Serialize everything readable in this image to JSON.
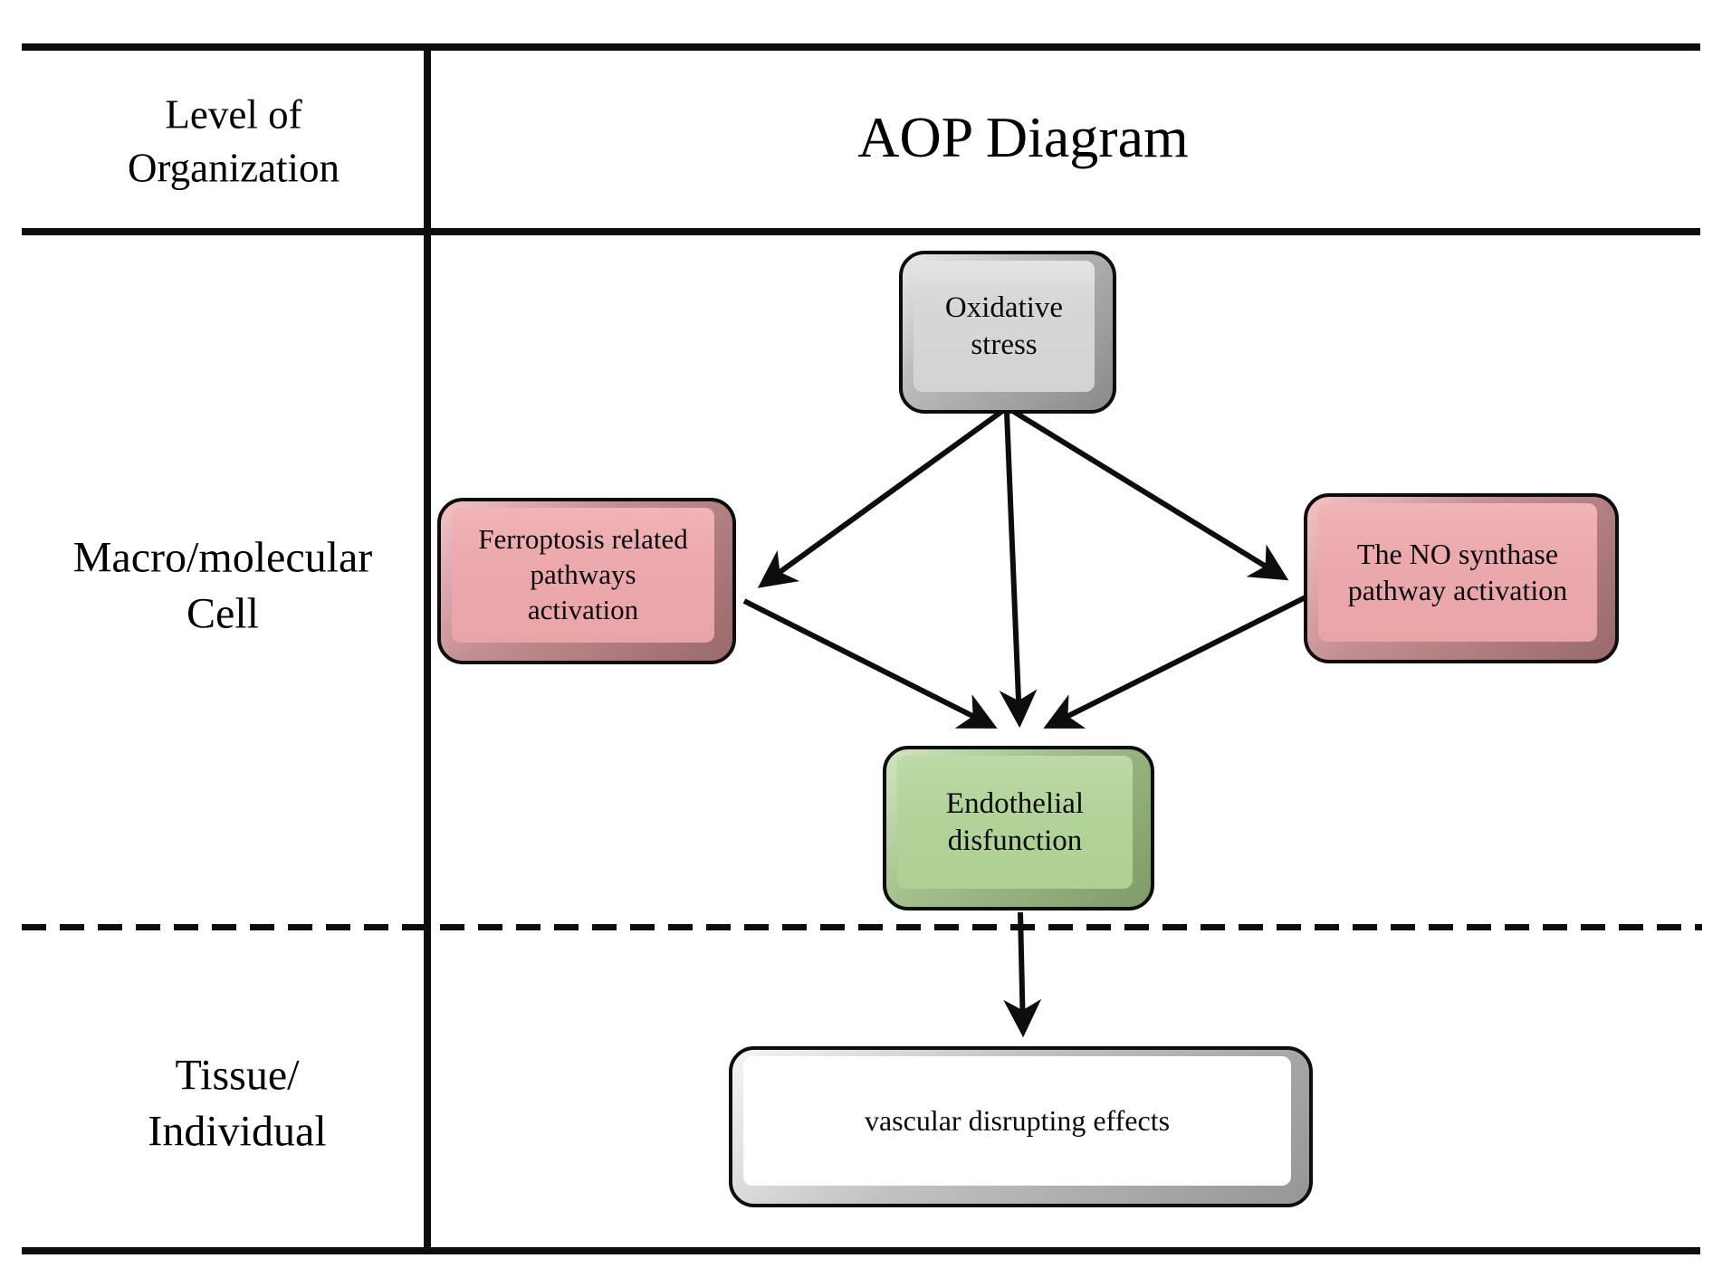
{
  "figure": {
    "header": {
      "row_label_column_title": "Level of\nOrganization",
      "diagram_title": "AOP Diagram"
    },
    "rows": [
      {
        "label": "Macro/molecular\nCell"
      },
      {
        "label": "Tissue/\nIndividual"
      }
    ],
    "nodes": {
      "oxidative_stress": {
        "label": "Oxidative\nstress",
        "color": "#d3d3d3"
      },
      "ferroptosis_pathways": {
        "label": "Ferroptosis related\npathways\nactivation",
        "color": "#ecaaae"
      },
      "no_synthase_pathway": {
        "label": "The NO synthase\npathway activation",
        "color": "#ecaaae"
      },
      "endothelial_disfunction": {
        "label": "Endothelial\ndisfunction",
        "color": "#b2d49a"
      },
      "vascular_disrupting_effects": {
        "label": "vascular disrupting effects",
        "color": "#ffffff"
      }
    },
    "edges": [
      {
        "from": "oxidative_stress",
        "to": "ferroptosis_pathways"
      },
      {
        "from": "oxidative_stress",
        "to": "endothelial_disfunction"
      },
      {
        "from": "oxidative_stress",
        "to": "no_synthase_pathway"
      },
      {
        "from": "ferroptosis_pathways",
        "to": "endothelial_disfunction"
      },
      {
        "from": "no_synthase_pathway",
        "to": "endothelial_disfunction"
      },
      {
        "from": "endothelial_disfunction",
        "to": "vascular_disrupting_effects"
      }
    ],
    "colors": {
      "line": "#0d0d0d",
      "node_gray": "#d3d3d3",
      "node_pink": "#ecaaae",
      "node_green": "#b2d49a",
      "node_white": "#ffffff"
    }
  }
}
